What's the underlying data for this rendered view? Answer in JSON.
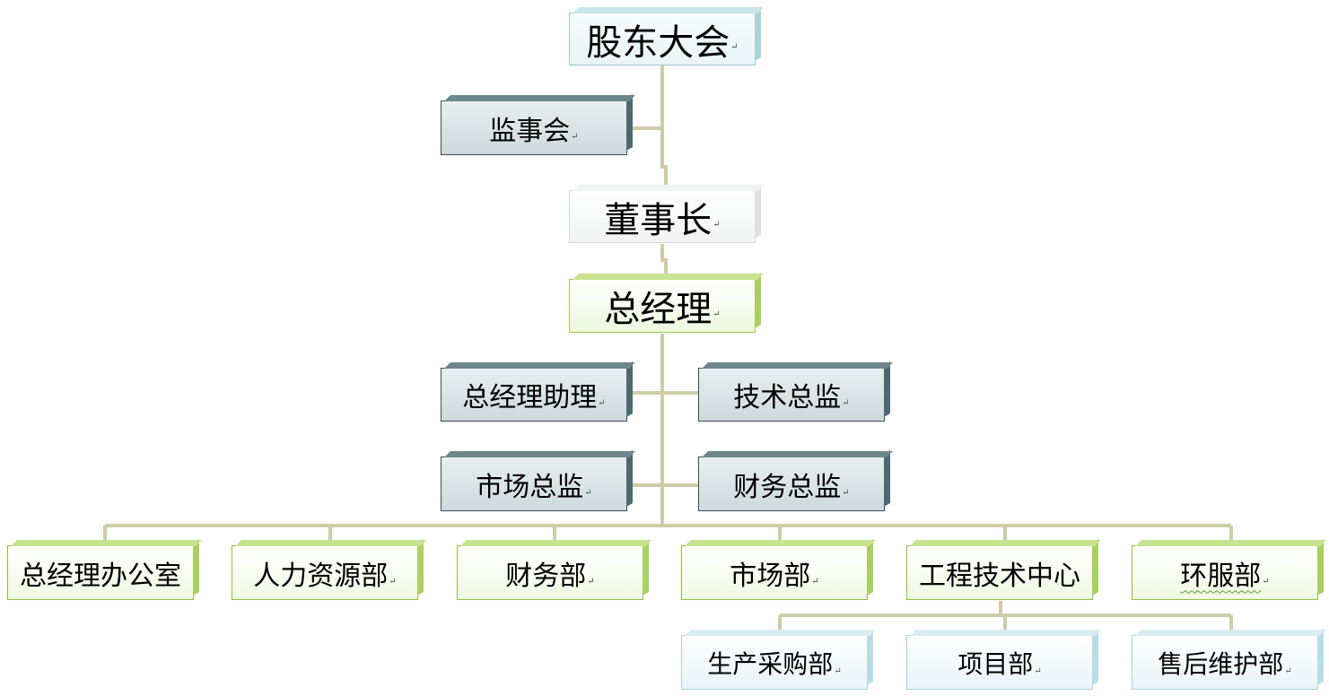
{
  "nodes": {
    "shareholders": "股东大会",
    "supervisors": "监事会",
    "chairman": "董事长",
    "general_manager": "总经理",
    "gm_assistant": "总经理助理",
    "technical_director": "技术总监",
    "marketing_director": "市场总监",
    "finance_director": "财务总监",
    "gm_office": "总经理办公室",
    "hr_dept": "人力资源部",
    "finance_dept": "财务部",
    "marketing_dept": "市场部",
    "engineering_center": "工程技术中心",
    "env_service_dept": "环服部",
    "production_purchasing": "生产采购部",
    "project_dept": "项目部",
    "after_sales": "售后维护部"
  },
  "paragraph_mark": "↵",
  "colors": {
    "connector": "#c9c9a4",
    "dark_box": "#4e6a70",
    "green_box": "#9ecb4a",
    "blue_box": "#a8d2dc"
  }
}
